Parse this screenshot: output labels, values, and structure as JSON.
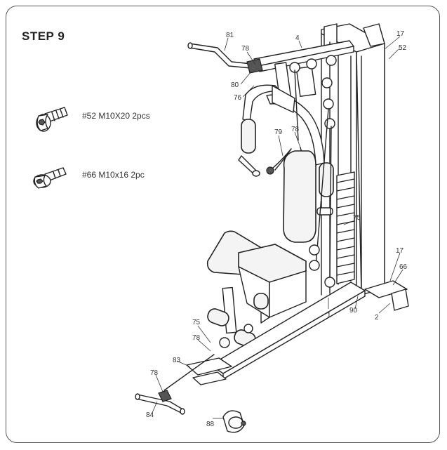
{
  "step": {
    "title": "STEP 9"
  },
  "hardware": [
    {
      "id": "bolt-52",
      "label": "#52 M10X20 2pcs"
    },
    {
      "id": "bolt-66",
      "label": "#66 M10x16 2pc"
    }
  ],
  "callouts": [
    {
      "id": "c81",
      "text": "81"
    },
    {
      "id": "c4",
      "text": "4"
    },
    {
      "id": "c17a",
      "text": "17"
    },
    {
      "id": "c52",
      "text": "52"
    },
    {
      "id": "c78a",
      "text": "78"
    },
    {
      "id": "c80",
      "text": "80"
    },
    {
      "id": "c76",
      "text": "76"
    },
    {
      "id": "c79",
      "text": "79"
    },
    {
      "id": "c78b",
      "text": "78"
    },
    {
      "id": "c75a",
      "text": "75"
    },
    {
      "id": "c17b",
      "text": "17"
    },
    {
      "id": "c66",
      "text": "66"
    },
    {
      "id": "c1",
      "text": "1"
    },
    {
      "id": "c90",
      "text": "90"
    },
    {
      "id": "c2",
      "text": "2"
    },
    {
      "id": "c75b",
      "text": "75"
    },
    {
      "id": "c78c",
      "text": "78"
    },
    {
      "id": "c83",
      "text": "83"
    },
    {
      "id": "c78d",
      "text": "78"
    },
    {
      "id": "c84",
      "text": "84"
    },
    {
      "id": "c88",
      "text": "88"
    }
  ]
}
